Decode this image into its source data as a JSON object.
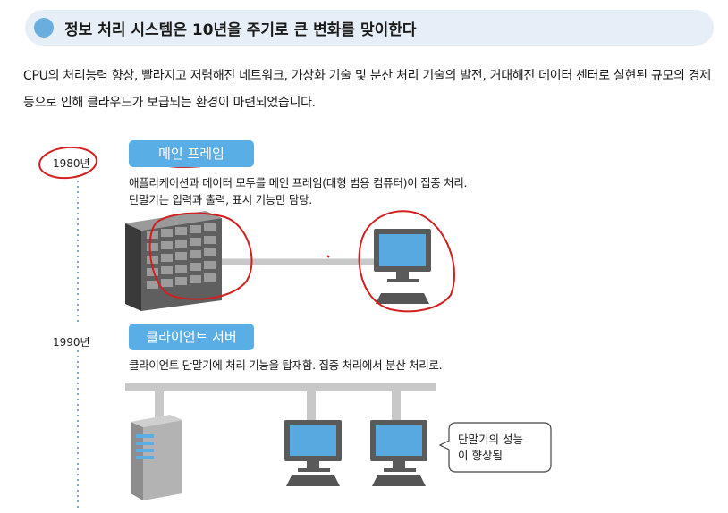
{
  "header": {
    "title": "정보 처리 시스템은 10년을 주기로 큰 변화를 맞이한다"
  },
  "intro": {
    "text": "CPU의 처리능력 향상, 빨라지고 저렴해진 네트워크, 가상화 기술 및 분산 처리 기술의 발전, 거대해진 데이터 센터로 실현된 규모의 경제 등으로 인해 클라우드가 보급되는 환경이 마련되었습니다."
  },
  "timeline": [
    {
      "year": "1980년",
      "title": "메인 프레임",
      "desc_line1": "애플리케이션과 데이터 모두를 메인 프레임(대형 범용 컴퓨터)이 집중 처리.",
      "desc_line2": "단말기는 입력과 출력, 표시 기능만 담당."
    },
    {
      "year": "1990년",
      "title": "클라이언트 서버",
      "desc_line1": "클라이언트 단말기에 처리 기능을 탑재함. 집중 처리에서 분산 처리로.",
      "callout_line1": "단말기의 성능",
      "callout_line2": "이 향상됨"
    }
  ],
  "colors": {
    "accent": "#5aaee6",
    "annotation": "#d21f1f",
    "timeline_dots": "#6aaee0"
  }
}
